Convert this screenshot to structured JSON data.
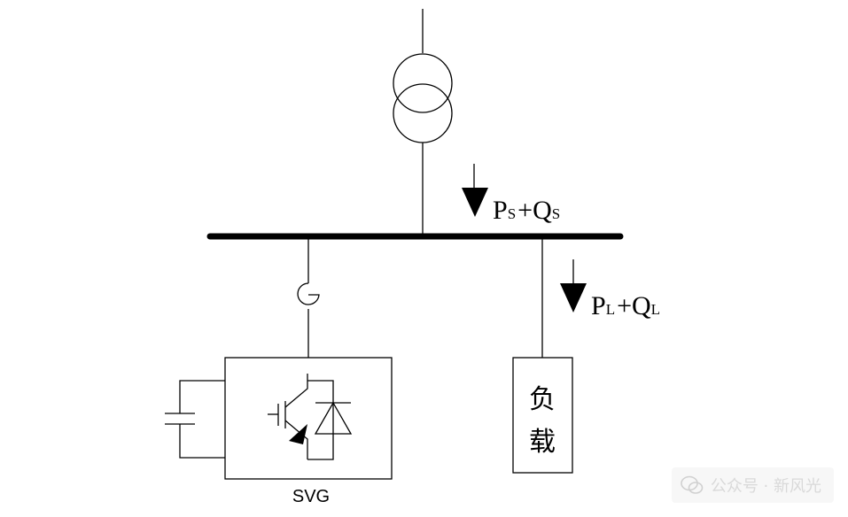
{
  "source_flow": {
    "main": "P",
    "sub1": "S",
    "plus": "+",
    "main2": "Q",
    "sub2": "S"
  },
  "load_flow": {
    "main": "P",
    "sub1": "L",
    "plus": "+",
    "main2": "Q",
    "sub2": "L"
  },
  "load_box": {
    "line1": "负",
    "line2": "载"
  },
  "svg_label": "SVG",
  "watermark": {
    "text": "公众号 · 新风光"
  },
  "colors": {
    "stroke": "#000000",
    "background": "#ffffff"
  }
}
